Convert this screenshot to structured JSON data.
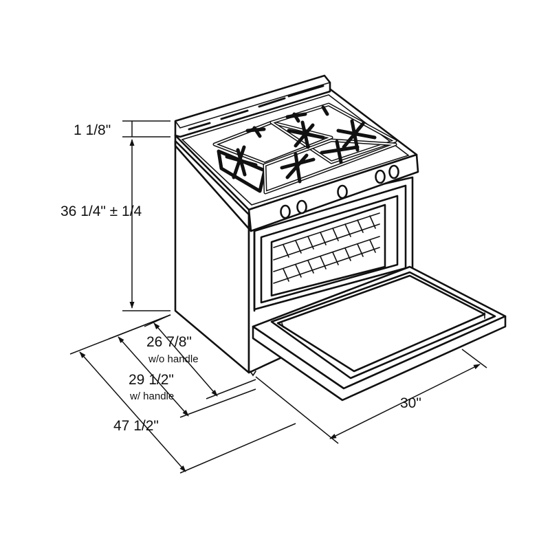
{
  "diagram": {
    "dimensions": {
      "backguard_height": "1 1/8\"",
      "cooktop_height": "36 1/4\" ± 1/4",
      "depth_without_handle": "26 7/8\"",
      "depth_without_handle_note": "w/o handle",
      "depth_with_handle": "29 1/2\"",
      "depth_with_handle_note": "w/ handle",
      "depth_door_open": "47 1/2\"",
      "width": "30\""
    },
    "colors": {
      "line": "#111111",
      "background": "#ffffff"
    }
  }
}
